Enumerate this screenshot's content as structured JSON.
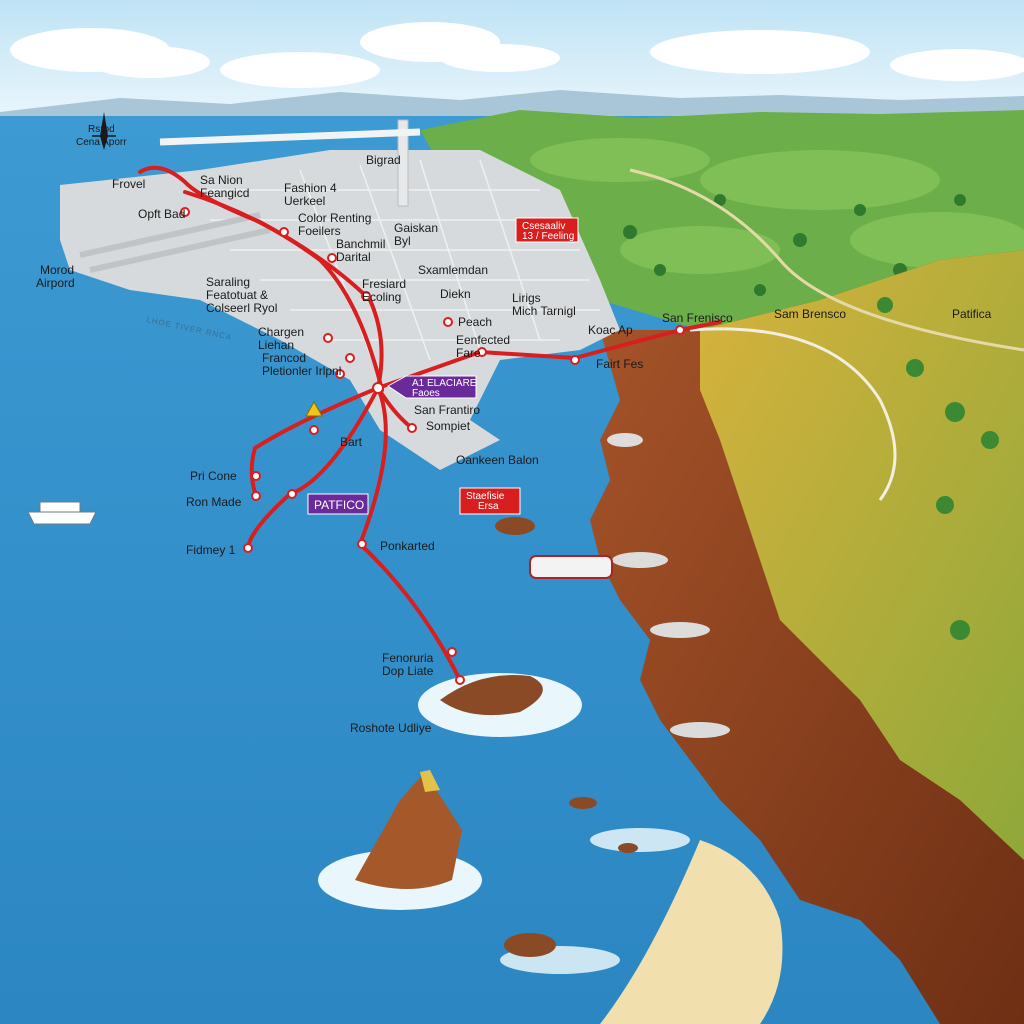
{
  "colors": {
    "sky_top": "#cfe9f7",
    "sky_bottom": "#e8f4fb",
    "ocean": "#2f8fc8",
    "ocean_light": "#4aa8dc",
    "land_green": "#6cae4a",
    "land_green_light": "#9ccb5e",
    "cliff_brown": "#9a4a22",
    "cliff_dark": "#6e2f14",
    "cliff_top": "#c9b23a",
    "city_grey": "#d7dadc",
    "transit_red": "#d81e1e",
    "tag_purple": "#6a2a9a",
    "sand": "#f1dfae"
  },
  "labels": {
    "compass": "Rsrod\nCena Aporr",
    "moro_airport": "Morod\nAirpord",
    "bay_faint": "LHOE TIVER RNCA"
  },
  "places": [
    {
      "id": "frovel",
      "text": "Frovel"
    },
    {
      "id": "sanfion",
      "text": "Sa Nion\nFeangicd"
    },
    {
      "id": "fashion",
      "text": "Fashion 4\nUerkeel"
    },
    {
      "id": "color",
      "text": "Color Renting\nFoeilers"
    },
    {
      "id": "gaiskan",
      "text": "Gaiskan\nByl"
    },
    {
      "id": "bigrad",
      "text": "Bigrad"
    },
    {
      "id": "opft",
      "text": "Opft Bad"
    },
    {
      "id": "banchmil",
      "text": "Banchmil\nDarital"
    },
    {
      "id": "saraling",
      "text": "Saraling\nFeatotuat &\nColseerl Ryol"
    },
    {
      "id": "fresiard",
      "text": "Fresiard\nEcoling"
    },
    {
      "id": "sxamlemdan",
      "text": "Sxamlemdan"
    },
    {
      "id": "diekn",
      "text": "Diekn"
    },
    {
      "id": "lirigs",
      "text": "Lirigs\nMich Tarnigl"
    },
    {
      "id": "koncap",
      "text": "Koac Ap"
    },
    {
      "id": "sanfrensco",
      "text": "San Frenisco"
    },
    {
      "id": "sanbrensco",
      "text": "Sam Brensco"
    },
    {
      "id": "patifica",
      "text": "Patifica"
    },
    {
      "id": "chargen",
      "text": "Chargen\nLiehan"
    },
    {
      "id": "peach",
      "text": "Peach"
    },
    {
      "id": "eenfected",
      "text": "Eenfected\nFare"
    },
    {
      "id": "franced",
      "text": "Francod\nPletionler Irlpnl"
    },
    {
      "id": "fairtes",
      "text": "Fairt Fes"
    },
    {
      "id": "sanfrantiro",
      "text": "San Frantiro"
    },
    {
      "id": "sompiet",
      "text": "Sompiet"
    },
    {
      "id": "bart",
      "text": "Bart"
    },
    {
      "id": "oankeen",
      "text": "Oankeen Balon"
    },
    {
      "id": "pricone",
      "text": "Pri Cone"
    },
    {
      "id": "ronmade",
      "text": "Ron Made"
    },
    {
      "id": "fidmey",
      "text": "Fidmey 1"
    },
    {
      "id": "ponkarted",
      "text": "Ponkarted"
    },
    {
      "id": "fenoruria",
      "text": "Fenoruria\nDop Liate"
    },
    {
      "id": "roshote",
      "text": "Roshote Udliye"
    }
  ],
  "tags": {
    "red_top": "Csesaaliv\n13 / Feeling",
    "purple_hub": "A1 ELACIARE\nFaoes",
    "red_mid": "Staefisie\nErsa",
    "pacific": "PATFICO"
  }
}
